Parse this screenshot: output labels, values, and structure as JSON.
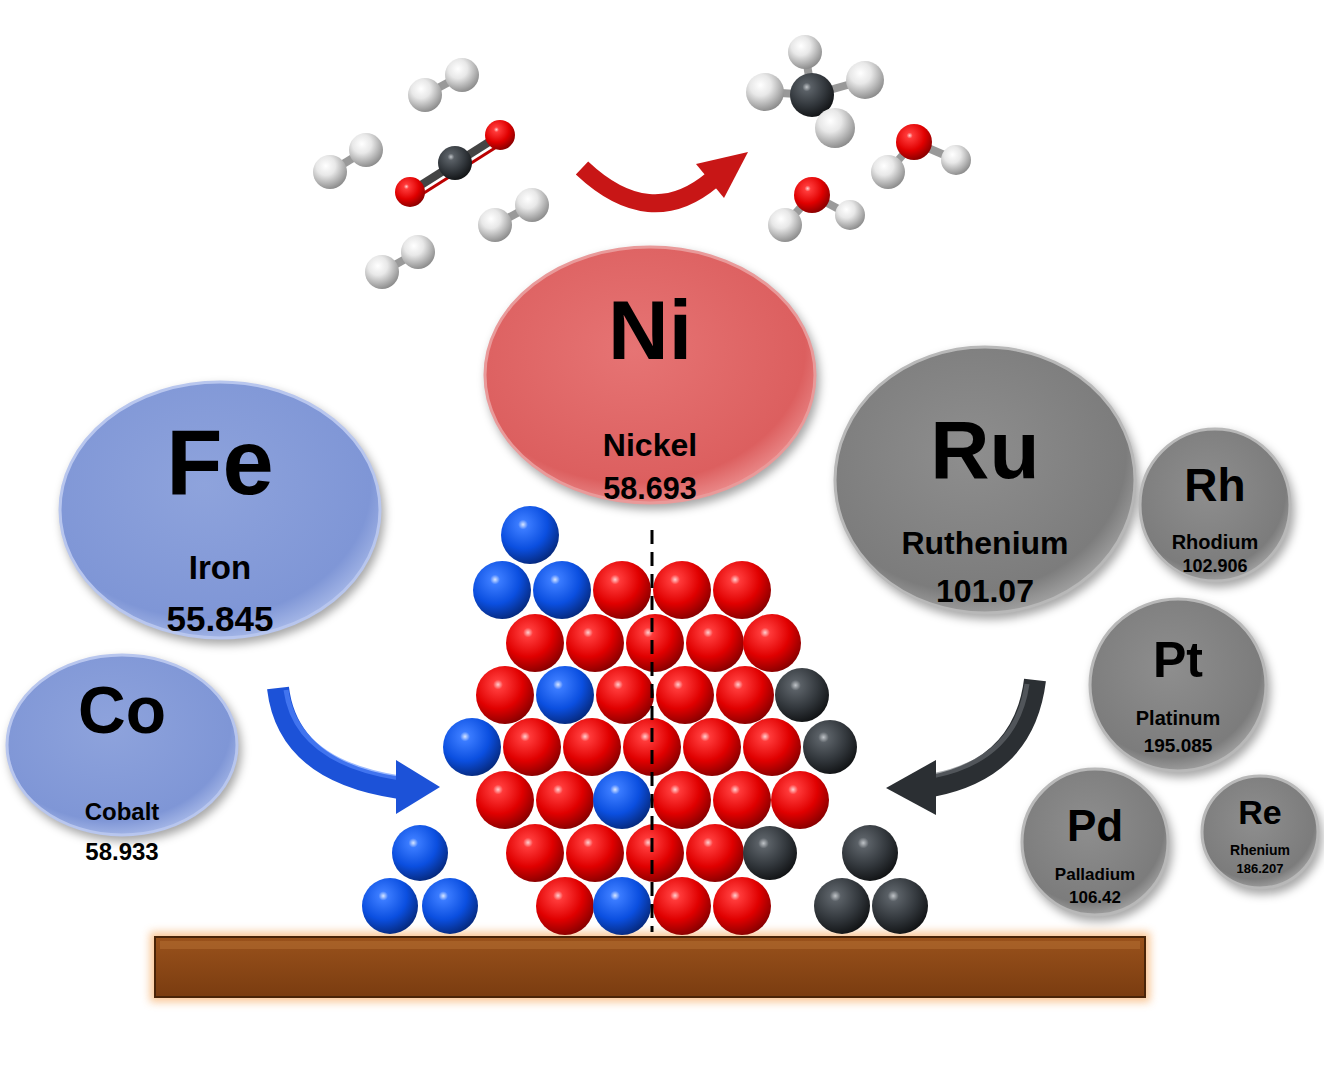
{
  "diagram": {
    "nodes": [
      {
        "text": [
          "Ni",
          "Nickel",
          "58.693"
        ]
      },
      {
        "text": [
          "Fe",
          "Iron",
          "55.845"
        ]
      },
      {
        "text": [
          "Ru",
          "Ruthenium",
          "101.07"
        ]
      },
      {
        "text": [
          "Rh",
          "Rhodium",
          "102.906"
        ]
      },
      {
        "text": [
          "Pt",
          "Platinum",
          "195.085"
        ]
      },
      {
        "text": [
          "Co",
          "Cobalt",
          "58.933"
        ]
      },
      {
        "text": [
          "Pd",
          "Palladium",
          "106.42"
        ]
      },
      {
        "text": [
          "Re",
          "Rhenium",
          "186.207"
        ]
      }
    ]
  }
}
